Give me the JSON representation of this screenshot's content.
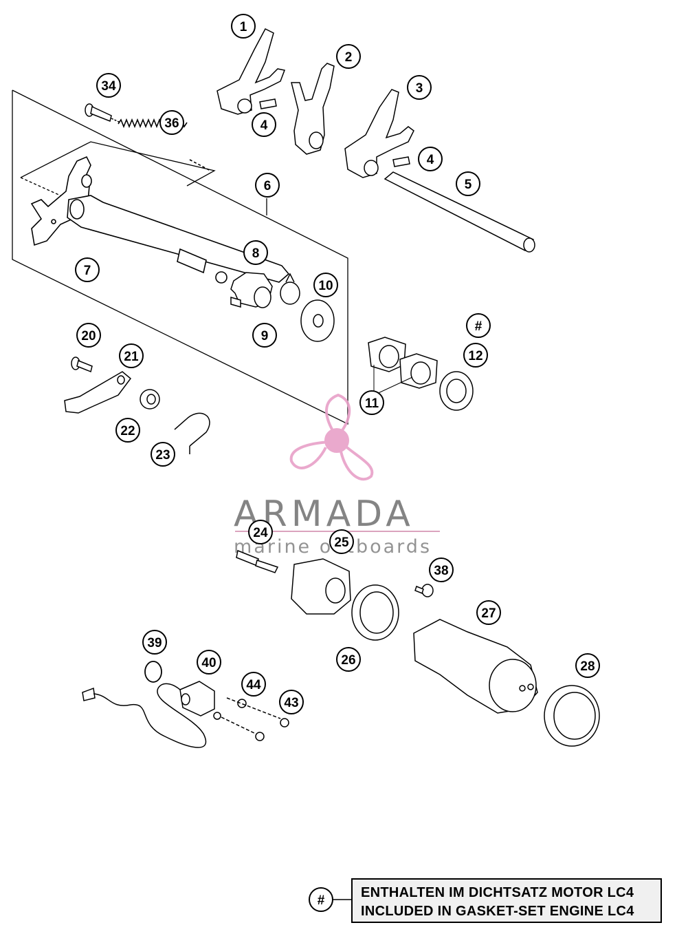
{
  "diagram": {
    "callouts": [
      "1",
      "2",
      "3",
      "4",
      "4",
      "5",
      "6",
      "7",
      "8",
      "9",
      "10",
      "34",
      "36",
      "#",
      "11",
      "12",
      "20",
      "21",
      "22",
      "23",
      "24",
      "25",
      "26",
      "27",
      "28",
      "38",
      "39",
      "40",
      "43",
      "44"
    ],
    "legend": {
      "symbol": "#",
      "line1": "ENTHALTEN IM DICHTSATZ MOTOR LC4",
      "line2": "INCLUDED IN GASKET-SET ENGINE LC4"
    },
    "watermark": {
      "title": "ARMADA",
      "subtitle": "marine outboards",
      "color": "#e8a0c8"
    }
  }
}
